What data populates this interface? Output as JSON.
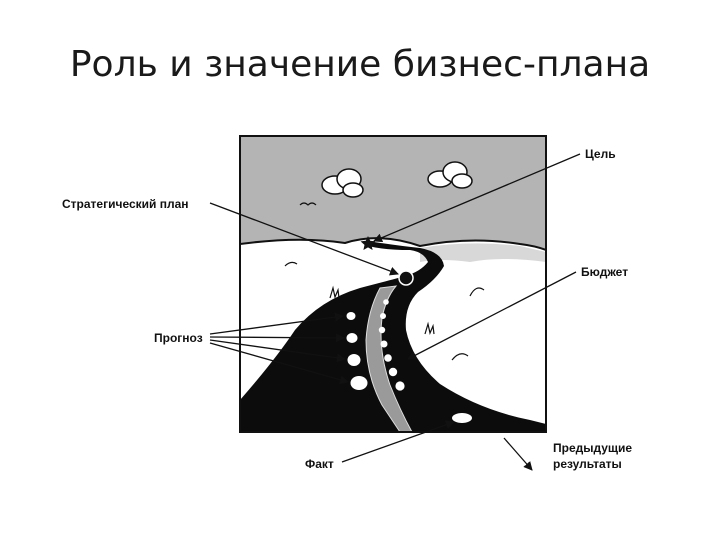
{
  "slide": {
    "title": "Роль и значение бизнес-плана"
  },
  "diagram": {
    "labels": {
      "goal": "Цель",
      "strategic_plan": "Стратегический план",
      "budget": "Бюджет",
      "forecast": "Прогноз",
      "fact": "Факт",
      "previous_results_line1": "Предыдущие",
      "previous_results_line2": "результаты"
    }
  }
}
